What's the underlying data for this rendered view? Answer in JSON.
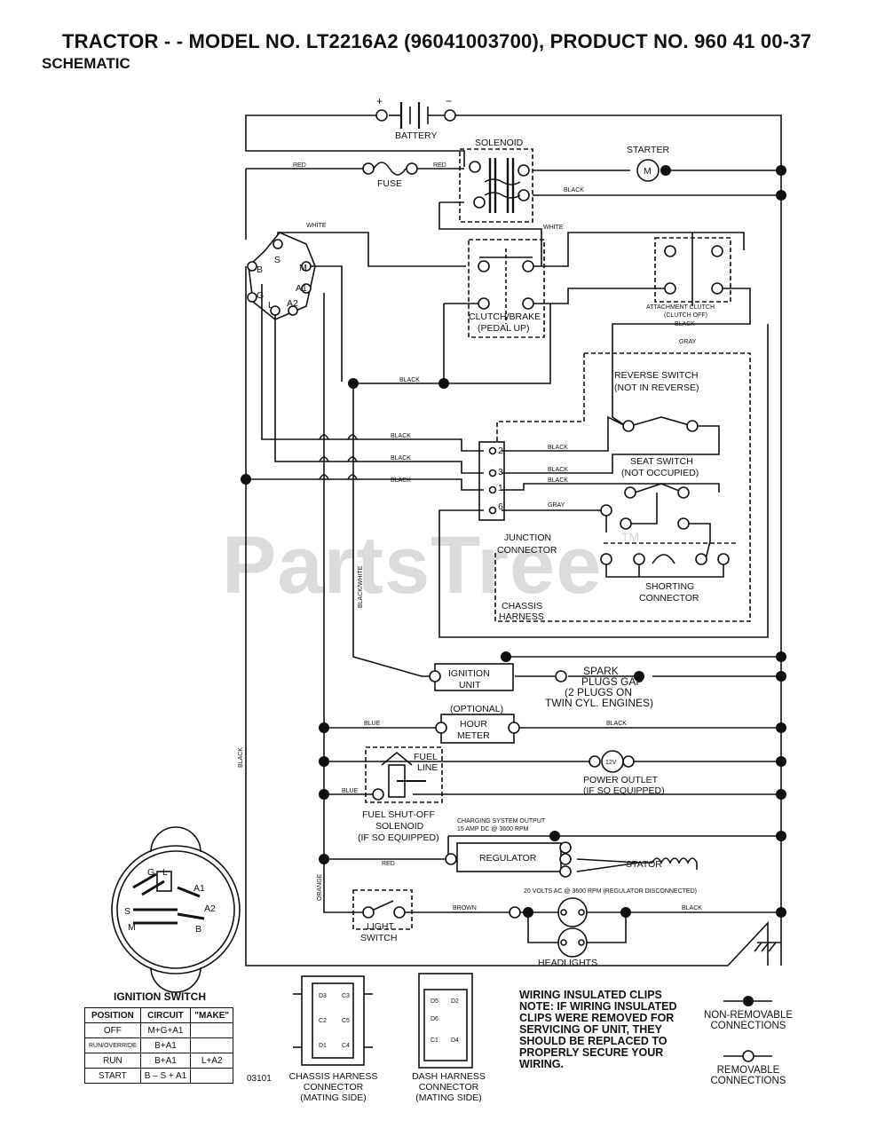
{
  "header": {
    "title": "TRACTOR - - MODEL NO. LT2216A2 (96041003700), PRODUCT NO. 960 41 00-37",
    "subtitle": "SCHEMATIC"
  },
  "watermark": "PartsTree",
  "watermark_tm": "TM",
  "components": {
    "battery": "BATTERY",
    "battery_plus": "+",
    "battery_minus": "−",
    "solenoid": "SOLENOID",
    "starter": "STARTER",
    "starter_symbol": "M",
    "fuse": "FUSE",
    "clutch_brake_1": "CLUTCH/BRAKE",
    "clutch_brake_2": "(PEDAL UP)",
    "attach_clutch_1": "ATTACHMENT CLUTCH",
    "attach_clutch_2": "(CLUTCH OFF)",
    "reverse_1": "REVERSE SWITCH",
    "reverse_2": "(NOT IN REVERSE)",
    "seat_1": "SEAT SWITCH",
    "seat_2": "(NOT OCCUPIED)",
    "junction_1": "JUNCTION",
    "junction_2": "CONNECTOR",
    "shorting_1": "SHORTING",
    "shorting_2": "CONNECTOR",
    "chassis_1": "CHASSIS",
    "chassis_2": "HARNESS",
    "ignition_unit_1": "IGNITION",
    "ignition_unit_2": "UNIT",
    "spark_1": "SPARK",
    "spark_2": "PLUGS GAP",
    "spark_3": "(2 PLUGS ON",
    "spark_4": "TWIN CYL. ENGINES)",
    "optional": "(OPTIONAL)",
    "hour_1": "HOUR",
    "hour_2": "METER",
    "fuel_line_1": "FUEL",
    "fuel_line_2": "LINE",
    "outlet_symbol": "12V",
    "outlet_1": "POWER OUTLET",
    "outlet_2": "(IF SO EQUIPPED)",
    "fuel_sol_1": "FUEL SHUT-OFF",
    "fuel_sol_2": "SOLENOID",
    "fuel_sol_3": "(IF SO EQUIPPED)",
    "charging_1": "CHARGING SYSTEM OUTPUT",
    "charging_2": "15 AMP DC @ 3600 RPM",
    "regulator": "REGULATOR",
    "stator": "STATOR",
    "stator_note": "20 VOLTS AC @ 3600 RPM (REGULATOR DISCONNECTED)",
    "light_1": "LIGHT",
    "light_2": "SWITCH",
    "headlights": "HEADLIGHTS",
    "term_s": "S",
    "term_b": "B",
    "term_m": "M",
    "term_g": "G",
    "term_l": "L",
    "term_a1": "A1",
    "term_a2": "A2",
    "pin_2": "2",
    "pin_3": "3",
    "pin_1": "1",
    "pin_6": "6"
  },
  "wires": {
    "red": "RED",
    "black": "BLACK",
    "white": "WHITE",
    "gray": "GRAY",
    "blue": "BLUE",
    "brown": "BROWN",
    "orange": "ORANGE",
    "black_white": "BLACK/WHITE"
  },
  "ignition_switch": {
    "title": "IGNITION SWITCH",
    "face_labels": [
      "G",
      "L",
      "A1",
      "A2",
      "S",
      "M",
      "B"
    ],
    "columns": [
      "POSITION",
      "CIRCUIT",
      "\"MAKE\""
    ],
    "rows": [
      [
        "OFF",
        "M+G+A1",
        ""
      ],
      [
        "RUN/OVERRIDE",
        "B+A1",
        ""
      ],
      [
        "RUN",
        "B+A1",
        "L+A2"
      ],
      [
        "START",
        "B – S + A1",
        ""
      ]
    ]
  },
  "drawing_code": "03101",
  "chassis_connector": {
    "pins": [
      "D3",
      "C3",
      "C2",
      "C5",
      "D1",
      "C4"
    ],
    "caption": [
      "CHASSIS HARNESS",
      "CONNECTOR",
      "(MATING SIDE)"
    ]
  },
  "dash_connector": {
    "pins": [
      "D5",
      "D2",
      "D6",
      "C1",
      "D4"
    ],
    "caption": [
      "DASH HARNESS",
      "CONNECTOR",
      "(MATING SIDE)"
    ]
  },
  "clips": {
    "heading": "WIRING INSULATED CLIPS",
    "note": "NOTE: IF WIRING INSULATED CLIPS WERE REMOVED FOR SERVICING OF UNIT, THEY SHOULD BE REPLACED TO PROPERLY SECURE YOUR WIRING."
  },
  "legend": {
    "non_removable": [
      "NON-REMOVABLE",
      "CONNECTIONS"
    ],
    "removable": [
      "REMOVABLE",
      "CONNECTIONS"
    ]
  }
}
